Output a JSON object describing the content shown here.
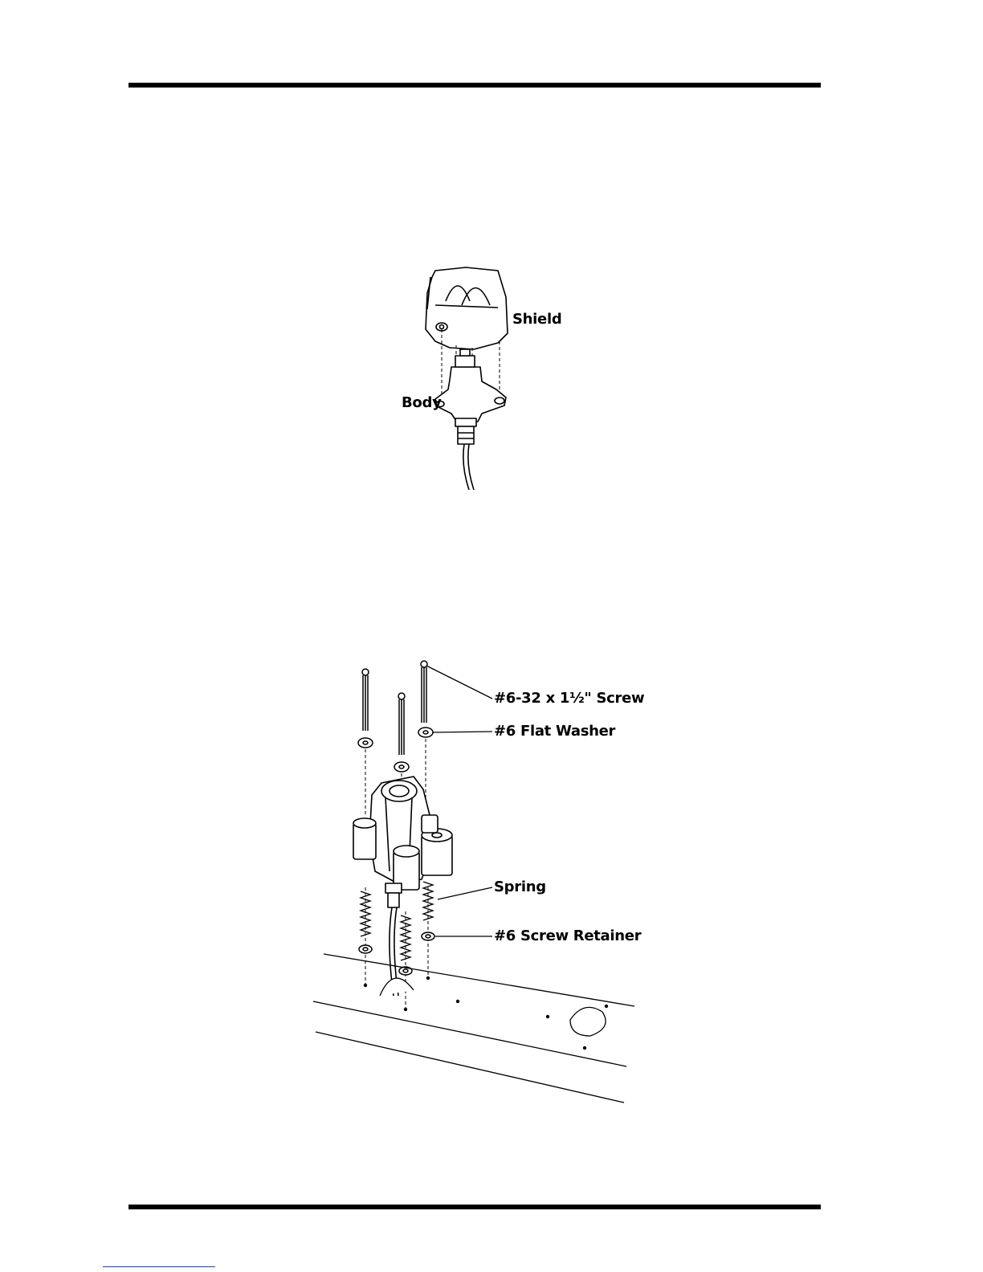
{
  "figure1": {
    "labels": {
      "shield": "Shield",
      "body": "Body"
    }
  },
  "figure2": {
    "labels": {
      "screw": "#6-32 x 1½\" Screw",
      "washer": "#6 Flat Washer",
      "spring": "Spring",
      "retainer": "#6 Screw Retainer"
    }
  }
}
